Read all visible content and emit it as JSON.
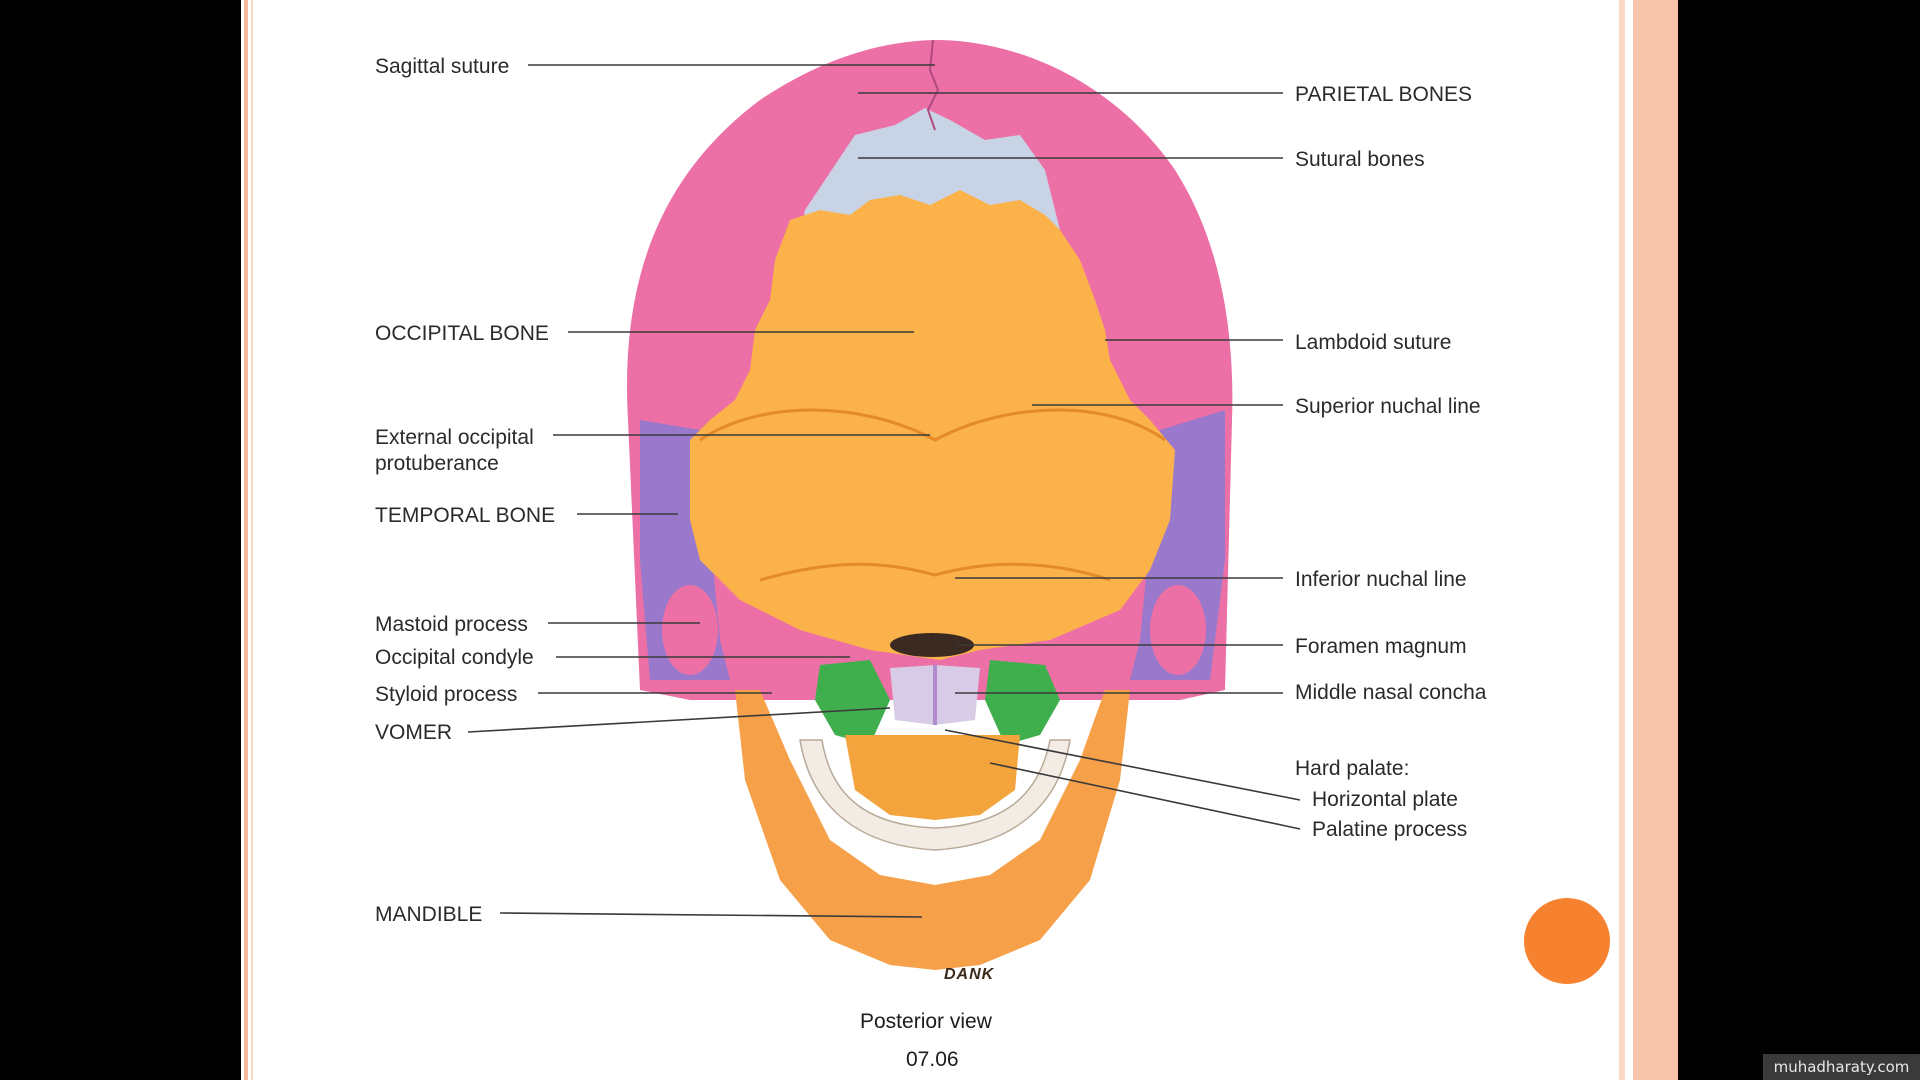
{
  "labels_left": {
    "sagittal_suture": "Sagittal suture",
    "occipital_bone": "OCCIPITAL BONE",
    "external_occipital_1": "External occipital",
    "external_occipital_2": "protuberance",
    "temporal_bone": "TEMPORAL BONE",
    "mastoid_process": "Mastoid process",
    "occipital_condyle": "Occipital condyle",
    "styloid_process": "Styloid process",
    "vomer": "VOMER",
    "mandible": "MANDIBLE"
  },
  "labels_right": {
    "parietal_bones": "PARIETAL BONES",
    "sutural_bones": "Sutural bones",
    "lambdoid_suture": "Lambdoid suture",
    "superior_nuchal_line": "Superior nuchal line",
    "inferior_nuchal_line": "Inferior nuchal line",
    "foramen_magnum": "Foramen magnum",
    "middle_nasal_concha": "Middle nasal concha",
    "hard_palate": "Hard palate:",
    "horizontal_plate": "Horizontal plate",
    "palatine_process": "Palatine process"
  },
  "caption": {
    "view": "Posterior view",
    "figure_number": "07.06"
  },
  "artist_signature": "DANK",
  "watermark": "muhadharaty.com",
  "colors": {
    "parietal": "#ec6fa5",
    "occipital": "#fbb24a",
    "temporal": "#9a79cc",
    "sutural": "#c9d3e6",
    "mandible": "#f7a04a",
    "nasal_concha": "#3fae4d",
    "accent_dot": "#f6812f",
    "border_stripe": "#f8c3ab"
  }
}
